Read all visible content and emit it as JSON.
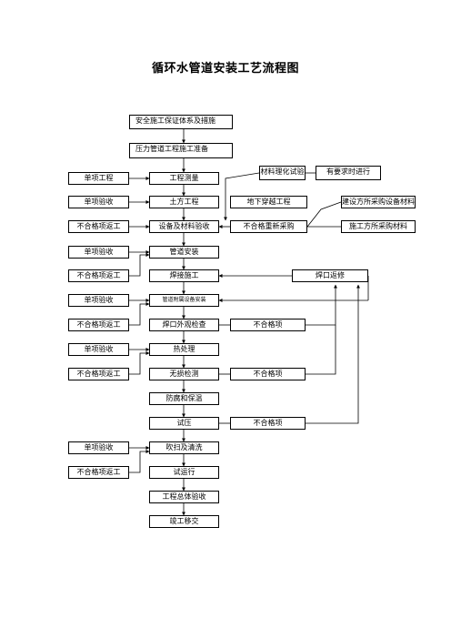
{
  "title": "循环水管道安装工艺流程图",
  "main_steps": [
    "安全施工保证体系及措施",
    "压力管道工程施工准备",
    "工程测量",
    "土方工程",
    "设备及材料验收",
    "管道安装",
    "焊接施工",
    "管道附属设备安装",
    "焊口外观检查",
    "热处理",
    "无损检测",
    "防腐和保温",
    "试压",
    "吹扫及清洗",
    "试运行",
    "工程总体验收",
    "竣工移交"
  ],
  "left_items": [
    "单项工程",
    "单项验收",
    "不合格项返工",
    "单项验收",
    "不合格项返工",
    "单项验收",
    "不合格项返工",
    "单项验收",
    "不合格项返工",
    "单项验收",
    "不合格项返工"
  ],
  "right_items": {
    "material_test": "材料理化试验",
    "as_required": "有要求时进行",
    "underground_crossing": "地下穿越工程",
    "owner_purchase": "建设方所采购设备材料",
    "repurchase": "不合格重新采购",
    "contractor_purchase": "施工方所采购材料",
    "weld_repair": "焊口返修",
    "nonconforming_1": "不合格项",
    "nonconforming_2": "不合格项",
    "nonconforming_3": "不合格项"
  }
}
